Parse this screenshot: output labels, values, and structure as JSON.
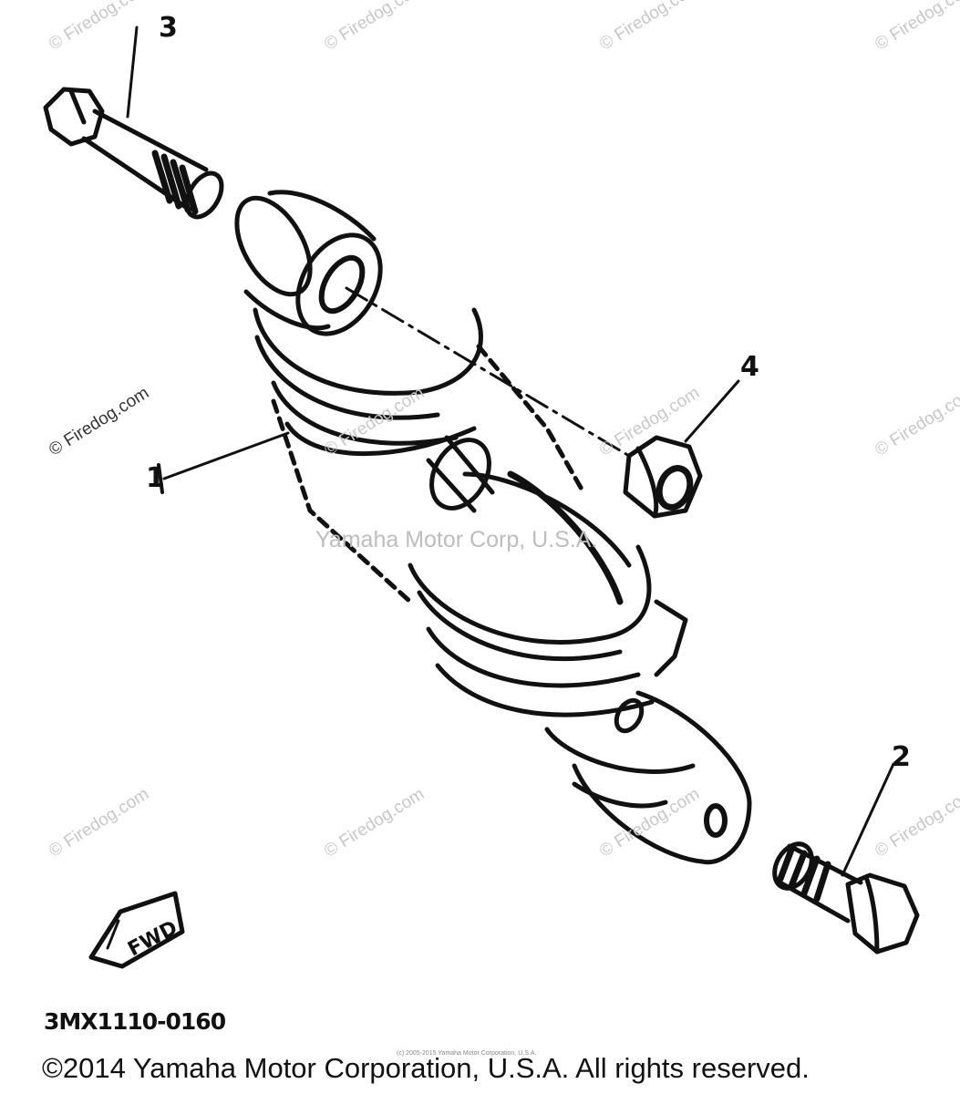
{
  "callouts": {
    "c1": "1",
    "c2": "2",
    "c3": "3",
    "c4": "4"
  },
  "watermarks": {
    "brand": "© Firedog.com",
    "center": "Yamaha Motor Corp, U.S.A.",
    "tiny": "(c) 2005-2015 Yamaha Motor Corporation, U.S.A."
  },
  "fwd_label": "FWD",
  "diagram_code": "3MX1110-0160",
  "copyright": "©2014 Yamaha Motor Corporation, U.S.A. All rights reserved.",
  "icons": [
    "bolt-icon",
    "nut-icon",
    "shock-absorber-icon",
    "forward-arrow-icon"
  ]
}
